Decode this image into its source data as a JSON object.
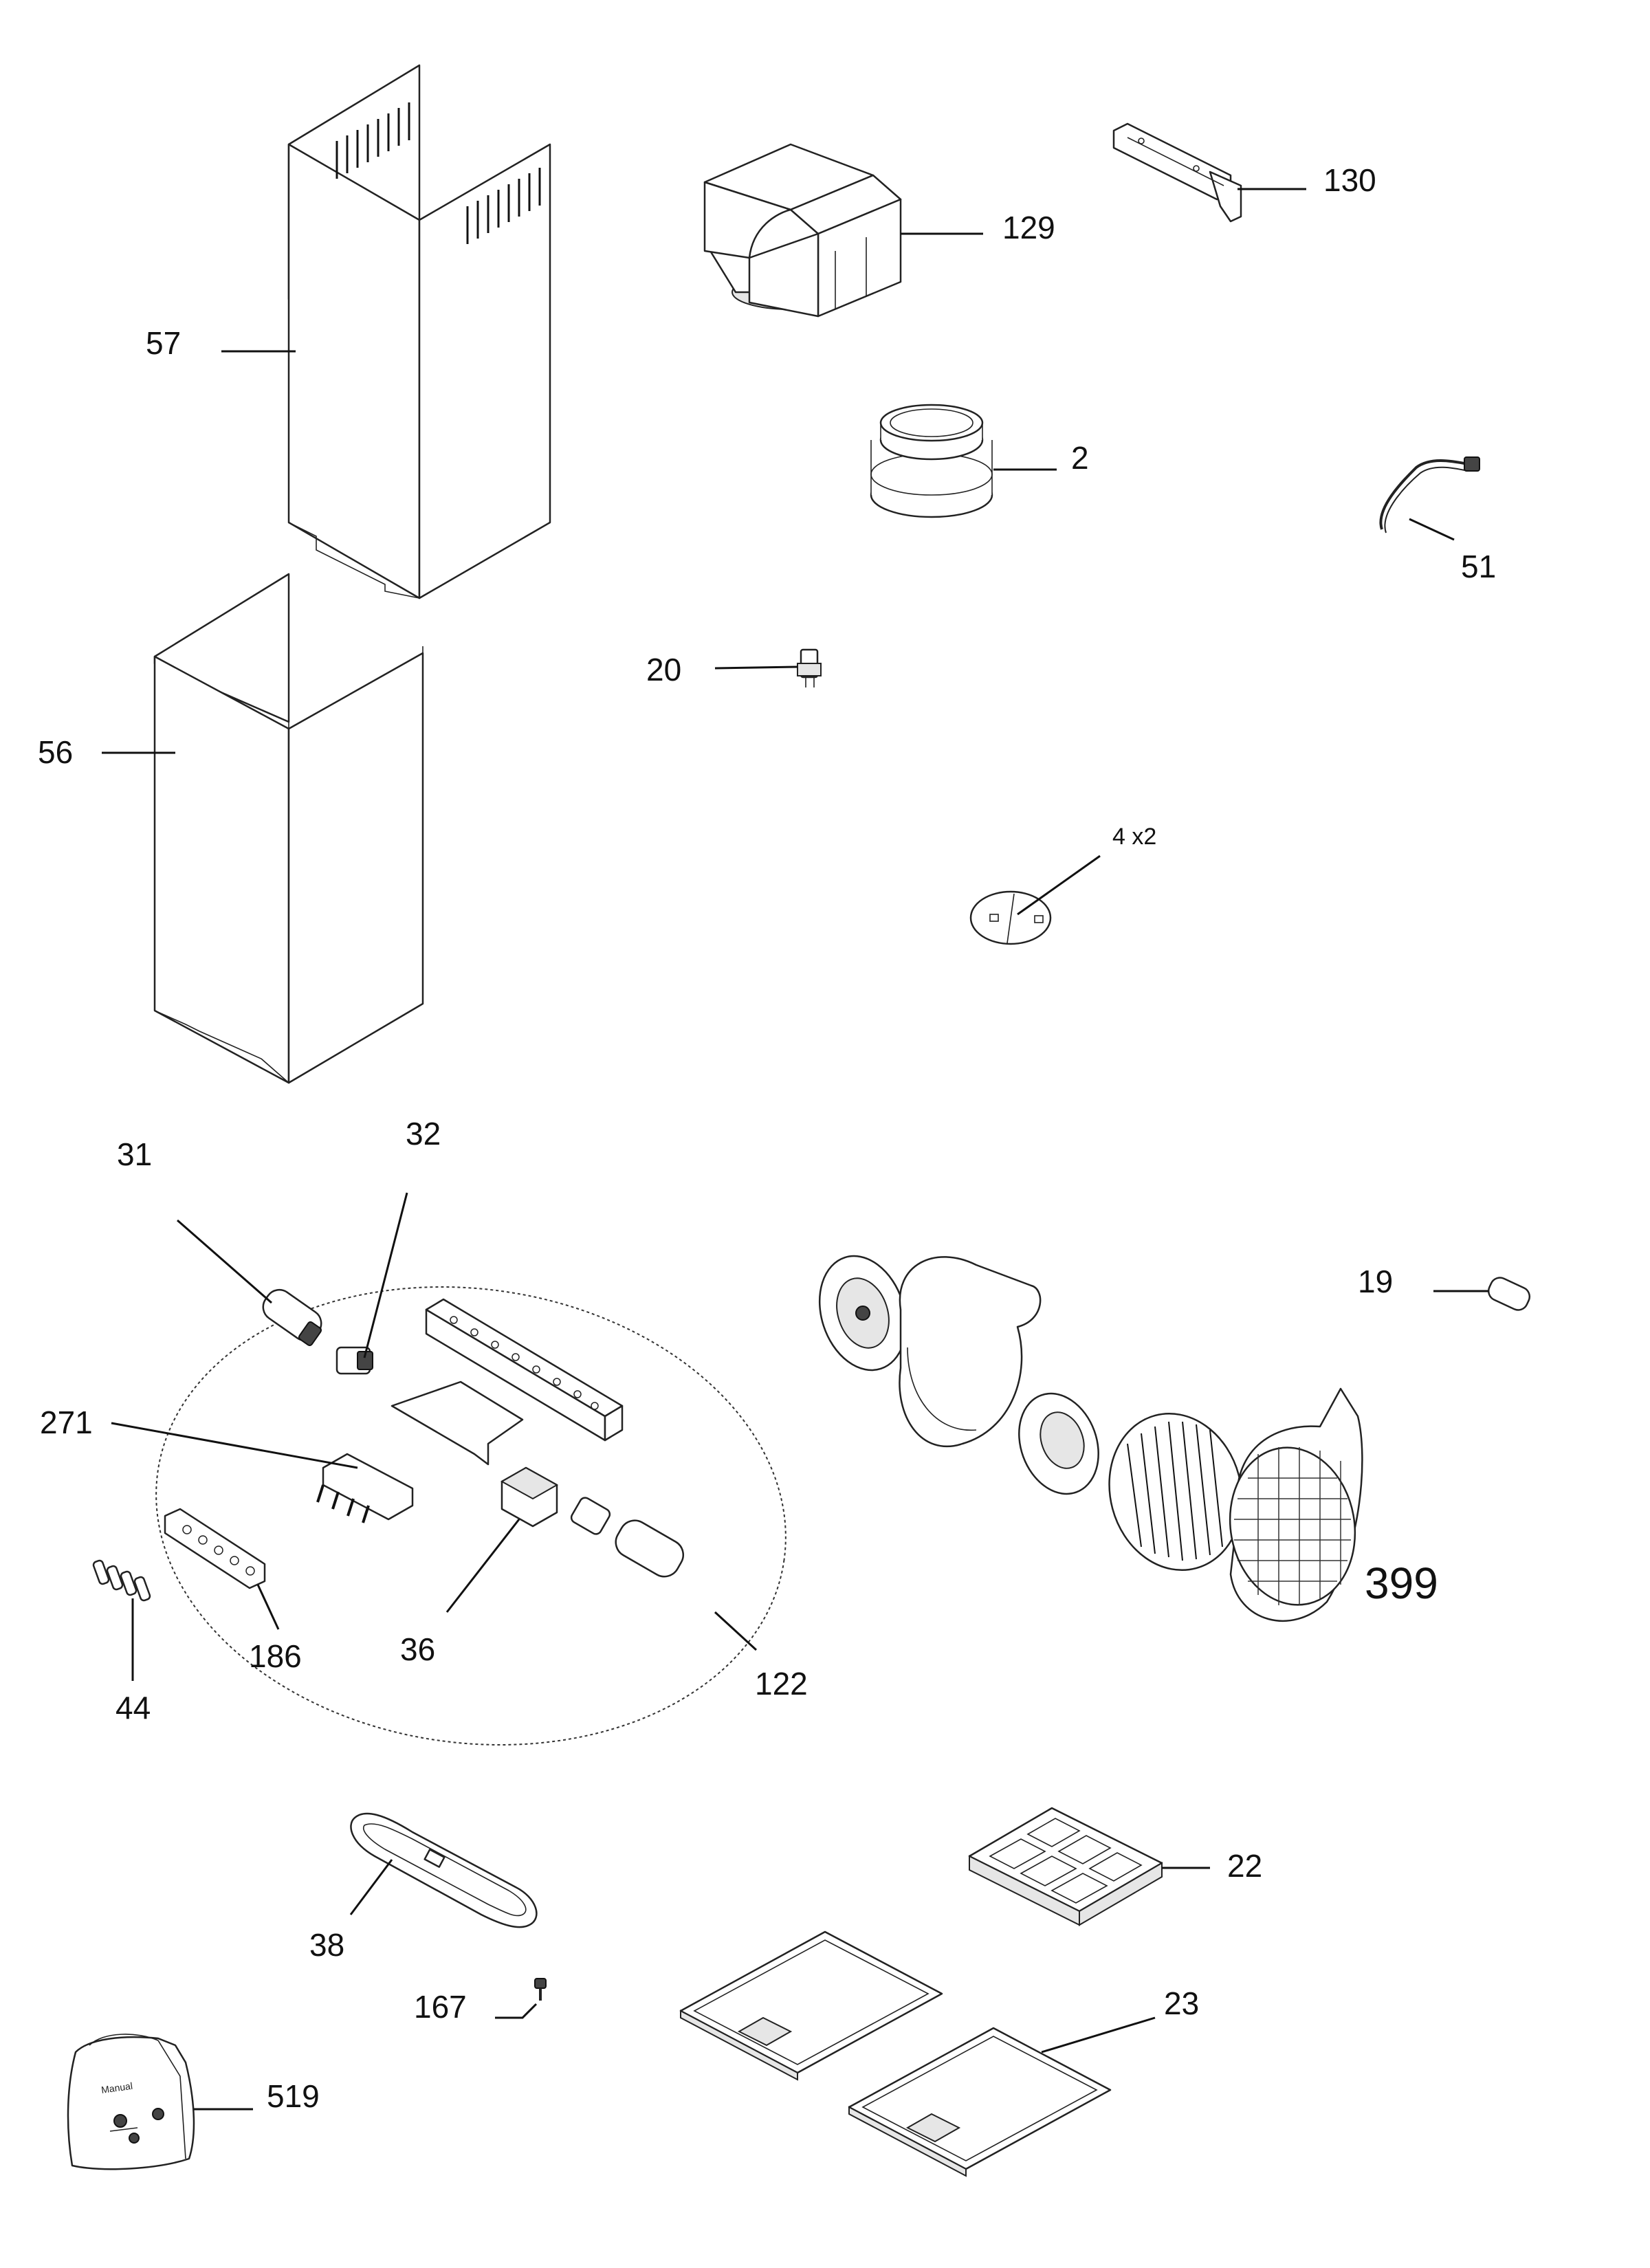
{
  "labels": {
    "p57": "57",
    "p56": "56",
    "p129": "129",
    "p130": "130",
    "p2": "2",
    "p51": "51",
    "p20": "20",
    "p4": "4 x2",
    "p31": "31",
    "p32": "32",
    "p271": "271",
    "p186": "186",
    "p36": "36",
    "p44": "44",
    "p122": "122",
    "p19": "19",
    "p399": "399",
    "p38": "38",
    "p22": "22",
    "p23": "23",
    "p167": "167",
    "p519": "519",
    "manual": "Manual"
  }
}
